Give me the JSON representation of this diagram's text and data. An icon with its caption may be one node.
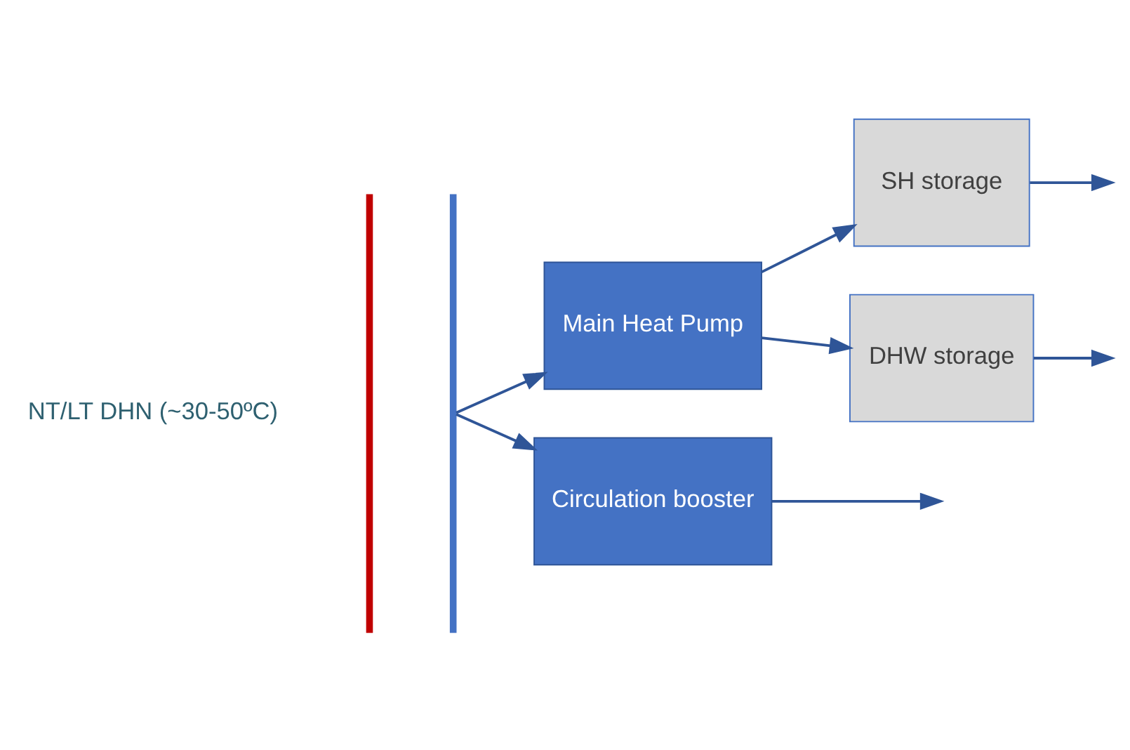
{
  "diagram": {
    "nodes": [
      {
        "text": [],
        "shape": "bar"
      },
      {
        "text": [],
        "shape": "bar"
      },
      {
        "text": [
          "Main Heat Pump"
        ]
      },
      {
        "text": [
          "SH storage"
        ]
      },
      {
        "text": [
          "DHW storage"
        ]
      },
      {
        "text": [
          "Circulation booster"
        ]
      }
    ],
    "edges": [
      {
        "from": 1,
        "to": 2,
        "arrow": "to"
      },
      {
        "from": 2,
        "to": 3,
        "arrow": "to"
      },
      {
        "from": 2,
        "to": 4,
        "arrow": "to"
      },
      {
        "from": 1,
        "to": 5,
        "arrow": "to"
      },
      {
        "from": 3,
        "to": null,
        "arrow": "to"
      },
      {
        "from": 4,
        "to": null,
        "arrow": "to"
      },
      {
        "from": 5,
        "to": null,
        "arrow": "to"
      }
    ],
    "labels": [
      "NT/LT DHN (~30-50ºC)"
    ]
  }
}
